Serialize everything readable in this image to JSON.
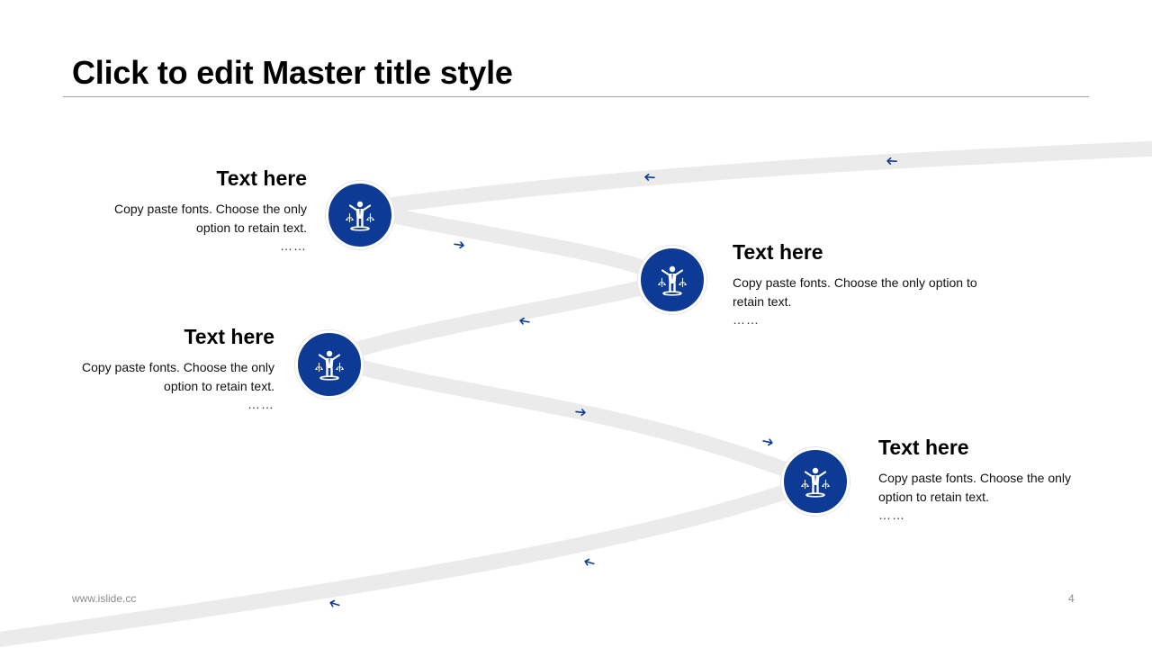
{
  "slide": {
    "title": "Click to edit Master title style",
    "footer_site": "www.islide.cc",
    "page_number": "4"
  },
  "steps": [
    {
      "heading": "Text here",
      "body": "Copy paste fonts. Choose the only option to retain text.",
      "ellipsis": "……",
      "icon": "balance-person-icon"
    },
    {
      "heading": "Text here",
      "body": "Copy paste fonts. Choose the only option to retain text.",
      "ellipsis": "……",
      "icon": "balance-person-icon"
    },
    {
      "heading": "Text here",
      "body": "Copy paste fonts. Choose the only option to retain text.",
      "ellipsis": "……",
      "icon": "balance-person-icon"
    },
    {
      "heading": "Text here",
      "body": "Copy paste fonts. Choose the only option to retain text.",
      "ellipsis": "……",
      "icon": "balance-person-icon"
    }
  ],
  "colors": {
    "accent": "#0d3a94",
    "road": "#ebebeb",
    "arrow": "#0d3a94"
  }
}
